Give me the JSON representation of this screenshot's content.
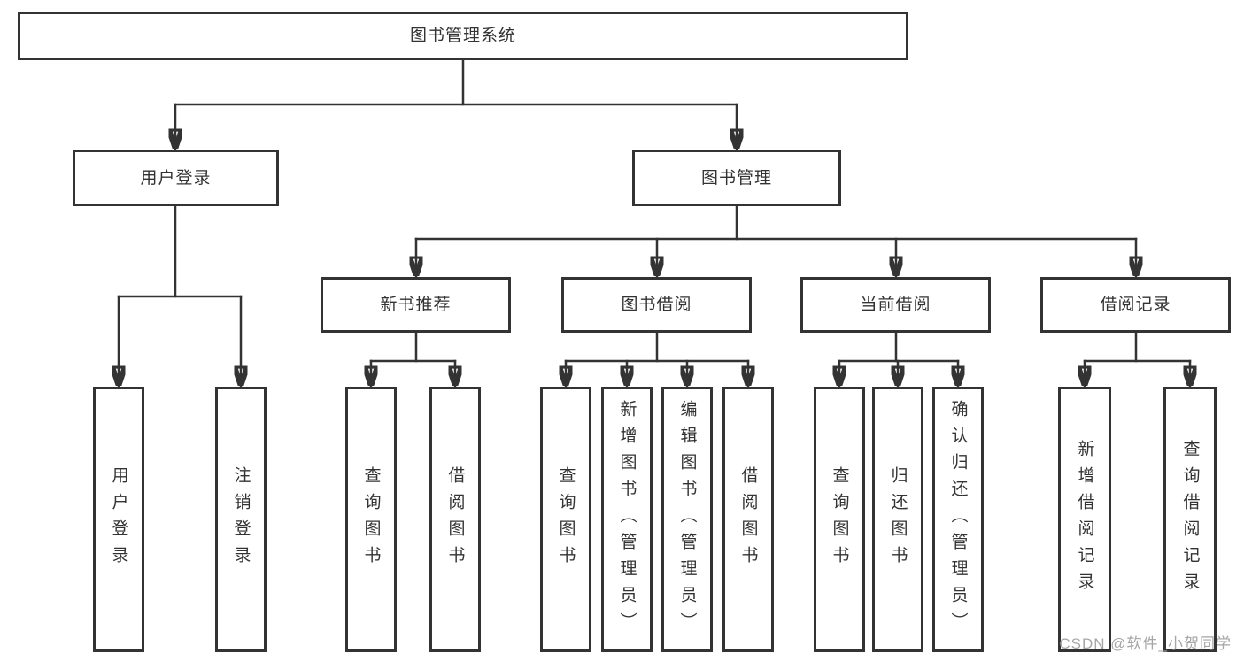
{
  "colors": {
    "line": "#333333",
    "box_fill": "#ffffff",
    "text": "#333333",
    "watermark": "#a6a6a6"
  },
  "nodes": {
    "root": "图书管理系统",
    "l2_user_login": "用户登录",
    "l2_book_mgmt": "图书管理",
    "l3_new_book": "新书推荐",
    "l3_book_borrow": "图书借阅",
    "l3_current_borrow": "当前借阅",
    "l3_borrow_record": "借阅记录",
    "leaf_user_login": "用户登录",
    "leaf_logout": "注销登录",
    "leaf_newbook_query": "查询图书",
    "leaf_newbook_borrow": "借阅图书",
    "leaf_borrow_query": "查询图书",
    "leaf_borrow_add": "新增图书（管理员）",
    "leaf_borrow_edit": "编辑图书（管理员）",
    "leaf_borrow_borrow": "借阅图书",
    "leaf_current_query": "查询图书",
    "leaf_current_return": "归还图书",
    "leaf_current_confirm": "确认归还（管理员）",
    "leaf_record_add": "新增借阅记录",
    "leaf_record_query": "查询借阅记录"
  },
  "watermark": "CSDN @软件_小贺同学"
}
